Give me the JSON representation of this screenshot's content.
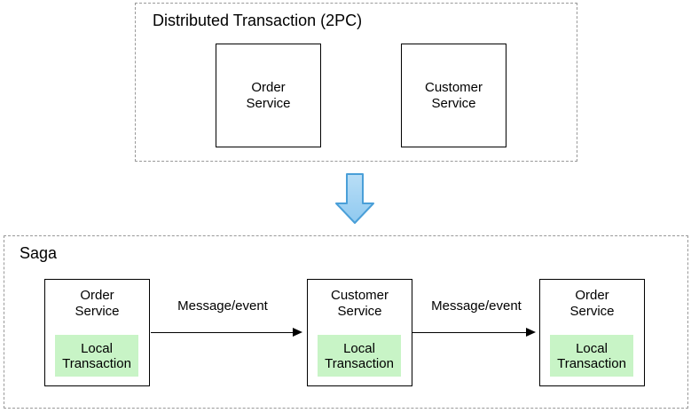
{
  "diagram": {
    "top_section": {
      "title": "Distributed Transaction (2PC)",
      "boxes": [
        {
          "label": "Order Service"
        },
        {
          "label": "Customer Service"
        }
      ],
      "border_style": "dashed",
      "border_color": "#999999"
    },
    "transition_arrow": {
      "icon": "down-arrow",
      "direction": "down",
      "fill_top": "#b9def6",
      "fill_bottom": "#8fc9f0",
      "stroke": "#4a9fd8"
    },
    "saga_section": {
      "title": "Saga",
      "nodes": [
        {
          "service": "Order Service",
          "local_transaction": "Local Transaction"
        },
        {
          "service": "Customer Service",
          "local_transaction": "Local Transaction"
        },
        {
          "service": "Order Service",
          "local_transaction": "Local Transaction"
        }
      ],
      "arrows": [
        {
          "label": "Message/event"
        },
        {
          "label": "Message/event"
        }
      ],
      "local_transaction_fill": "#c8f4c6",
      "border_style": "dashed",
      "border_color": "#999999"
    }
  }
}
